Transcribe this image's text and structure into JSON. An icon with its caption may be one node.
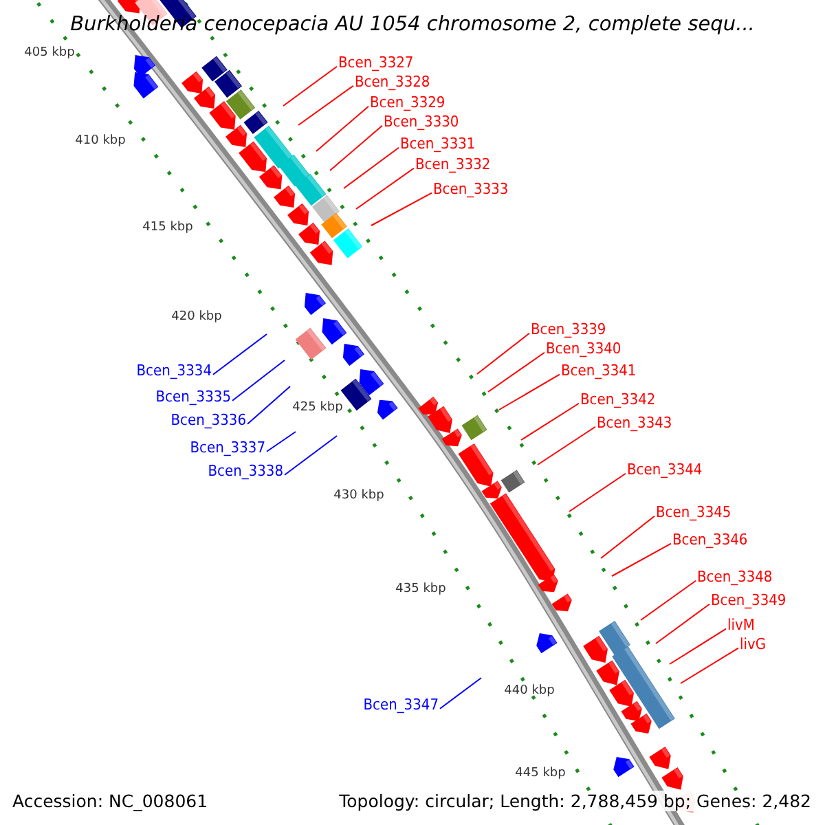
{
  "diagram": {
    "title": "Burkholderia cenocepacia AU 1054 chromosome 2, complete sequ...",
    "nodes": [
      {
        "text": [
          "Bcen_3327"
        ]
      },
      {
        "text": [
          "Bcen_3328"
        ]
      },
      {
        "text": [
          "Bcen_3329"
        ]
      },
      {
        "text": [
          "Bcen_3330"
        ]
      },
      {
        "text": [
          "Bcen_3331"
        ]
      },
      {
        "text": [
          "Bcen_3332"
        ]
      },
      {
        "text": [
          "Bcen_3333"
        ]
      },
      {
        "text": [
          "Bcen_3334"
        ]
      },
      {
        "text": [
          "Bcen_3335"
        ]
      },
      {
        "text": [
          "Bcen_3336"
        ]
      },
      {
        "text": [
          "Bcen_3337"
        ]
      },
      {
        "text": [
          "Bcen_3338"
        ]
      },
      {
        "text": [
          "Bcen_3339"
        ]
      },
      {
        "text": [
          "Bcen_3340"
        ]
      },
      {
        "text": [
          "Bcen_3341"
        ]
      },
      {
        "text": [
          "Bcen_3342"
        ]
      },
      {
        "text": [
          "Bcen_3343"
        ]
      },
      {
        "text": [
          "Bcen_3344"
        ]
      },
      {
        "text": [
          "Bcen_3345"
        ]
      },
      {
        "text": [
          "Bcen_3346"
        ]
      },
      {
        "text": [
          "Bcen_3348"
        ]
      },
      {
        "text": [
          "Bcen_3349"
        ]
      },
      {
        "text": [
          "livM"
        ]
      },
      {
        "text": [
          "livG"
        ]
      },
      {
        "text": [
          "Bcen_3347"
        ]
      }
    ],
    "edges": [
      {
        "from": 0,
        "to": null,
        "arrow": "none"
      },
      {
        "from": 1,
        "to": null,
        "arrow": "none"
      },
      {
        "from": 2,
        "to": null,
        "arrow": "none"
      },
      {
        "from": 3,
        "to": null,
        "arrow": "none"
      },
      {
        "from": 4,
        "to": null,
        "arrow": "none"
      },
      {
        "from": 5,
        "to": null,
        "arrow": "none"
      },
      {
        "from": 6,
        "to": null,
        "arrow": "none"
      },
      {
        "from": 7,
        "to": null,
        "arrow": "none",
        "color": "#0000ff"
      },
      {
        "from": 8,
        "to": null,
        "arrow": "none",
        "color": "#0000ff"
      },
      {
        "from": 9,
        "to": null,
        "arrow": "none",
        "color": "#0000ff"
      },
      {
        "from": 10,
        "to": null,
        "arrow": "none",
        "color": "#0000ff"
      },
      {
        "from": 11,
        "to": null,
        "arrow": "none",
        "color": "#0000ff"
      },
      {
        "from": 12,
        "to": null,
        "arrow": "none"
      },
      {
        "from": 13,
        "to": null,
        "arrow": "none"
      },
      {
        "from": 14,
        "to": null,
        "arrow": "none"
      },
      {
        "from": 15,
        "to": null,
        "arrow": "none"
      },
      {
        "from": 16,
        "to": null,
        "arrow": "none"
      },
      {
        "from": 17,
        "to": null,
        "arrow": "none"
      },
      {
        "from": 18,
        "to": null,
        "arrow": "none"
      },
      {
        "from": 19,
        "to": null,
        "arrow": "none"
      },
      {
        "from": 20,
        "to": null,
        "arrow": "none"
      },
      {
        "from": 21,
        "to": null,
        "arrow": "none"
      },
      {
        "from": 22,
        "to": null,
        "arrow": "none"
      },
      {
        "from": 23,
        "to": null,
        "arrow": "none"
      },
      {
        "from": 24,
        "to": null,
        "arrow": "none",
        "color": "#0000ff"
      }
    ],
    "labels": [
      "405 kbp",
      "410 kbp",
      "415 kbp",
      "420 kbp",
      "425 kbp",
      "430 kbp",
      "435 kbp",
      "440 kbp",
      "445 kbp",
      "Accession: NC_008061",
      "Topology: circular; Length: 2,788,459 bp; Genes: 2,482"
    ]
  }
}
